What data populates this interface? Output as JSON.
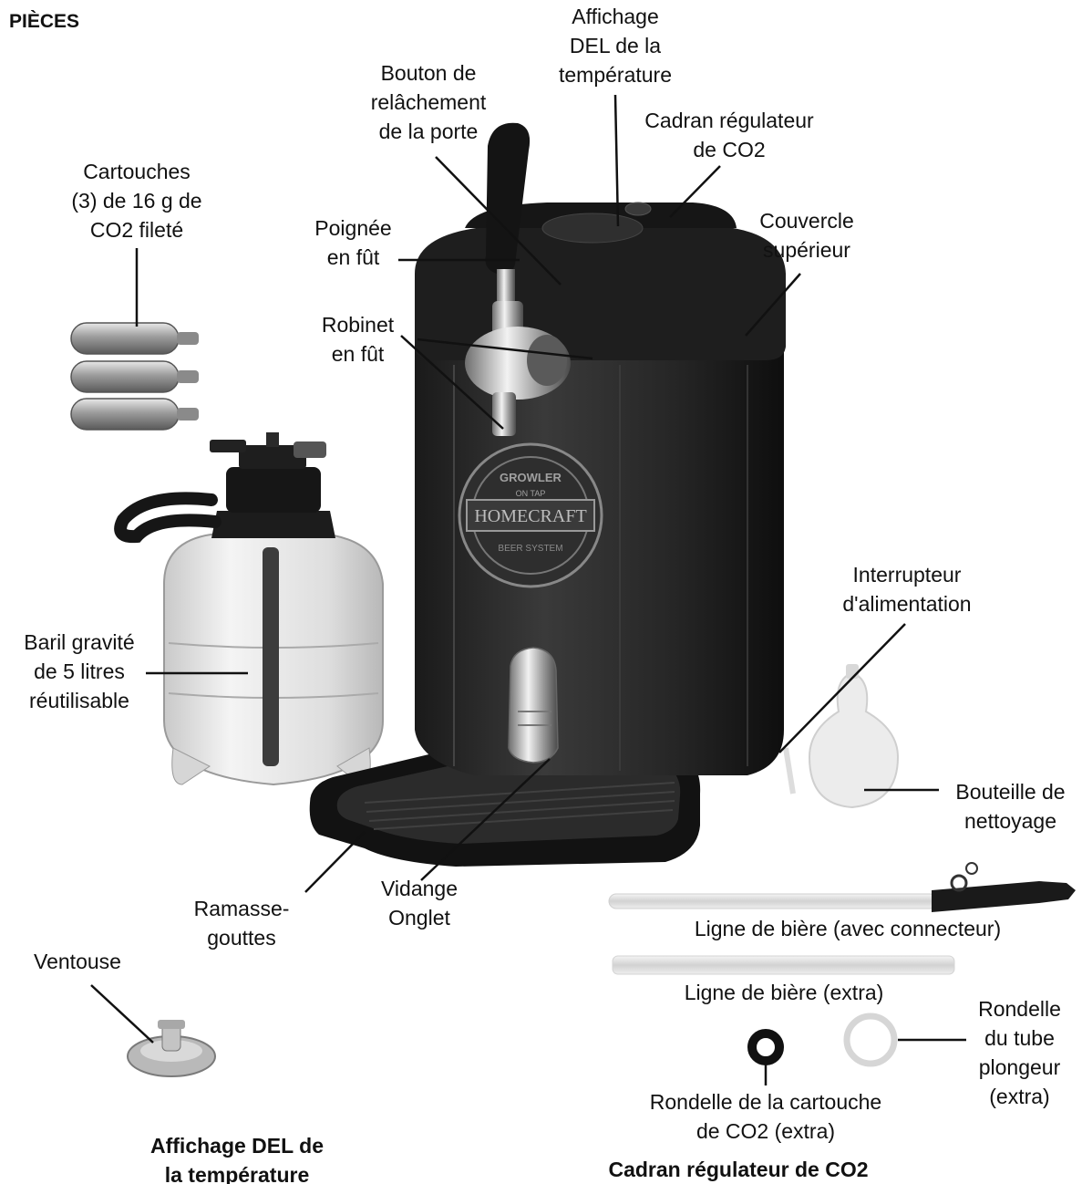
{
  "page_title": "PIÈCES",
  "labels": {
    "temp_display": "Affichage\nDEL de la\ntempérature",
    "door_release": "Bouton de\nrelâchement\nde la porte",
    "co2_dial": "Cadran régulateur\nde CO2",
    "cartridges": "Cartouches\n(3) de 16 g de\nCO2 fileté",
    "handle": "Poignée\nen fût",
    "top_cover": "Couvercle\nsupérieur",
    "tap": "Robinet\nen fût",
    "power_switch": "Interrupteur\nd'alimentation",
    "keg": "Baril gravité\nde 5 litres\nréutilisable",
    "cleaning_bottle": "Bouteille de\nnettoyage",
    "drain_tab": "Vidange\nOnglet",
    "drip_tray": "Ramasse-\ngouttes",
    "beer_line_connector": "Ligne de bière (avec connecteur)",
    "suction_cup": "Ventouse",
    "beer_line_extra": "Ligne de bière (extra)",
    "dip_tube_washer": "Rondelle\ndu tube\nplongeur\n(extra)",
    "cartridge_washer": "Rondelle de la cartouche\nde CO2 (extra)",
    "footer_temp_display": "Affichage DEL de\nla température",
    "footer_co2_dial": "Cadran régulateur de CO2"
  },
  "logo": {
    "top": "GROWLER",
    "mid": "ON TAP",
    "brand": "HOMECRAFT",
    "bottom": "BEER SYSTEM"
  }
}
